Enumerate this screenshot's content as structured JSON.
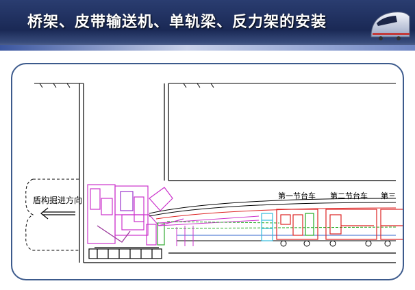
{
  "header": {
    "title": "桥架、皮带输送机、单轨梁、反力架的安装"
  },
  "diagram": {
    "direction_label": "盾构掘进方向",
    "car_labels": [
      "第一节台车",
      "第二节台车",
      "第三"
    ]
  },
  "colors": {
    "header_bg": "#1b2a57",
    "frame_border": "#3c5a8c",
    "machine_magenta": "#cc33cc",
    "car_red": "#dd2222",
    "line_green": "#22aa22"
  }
}
